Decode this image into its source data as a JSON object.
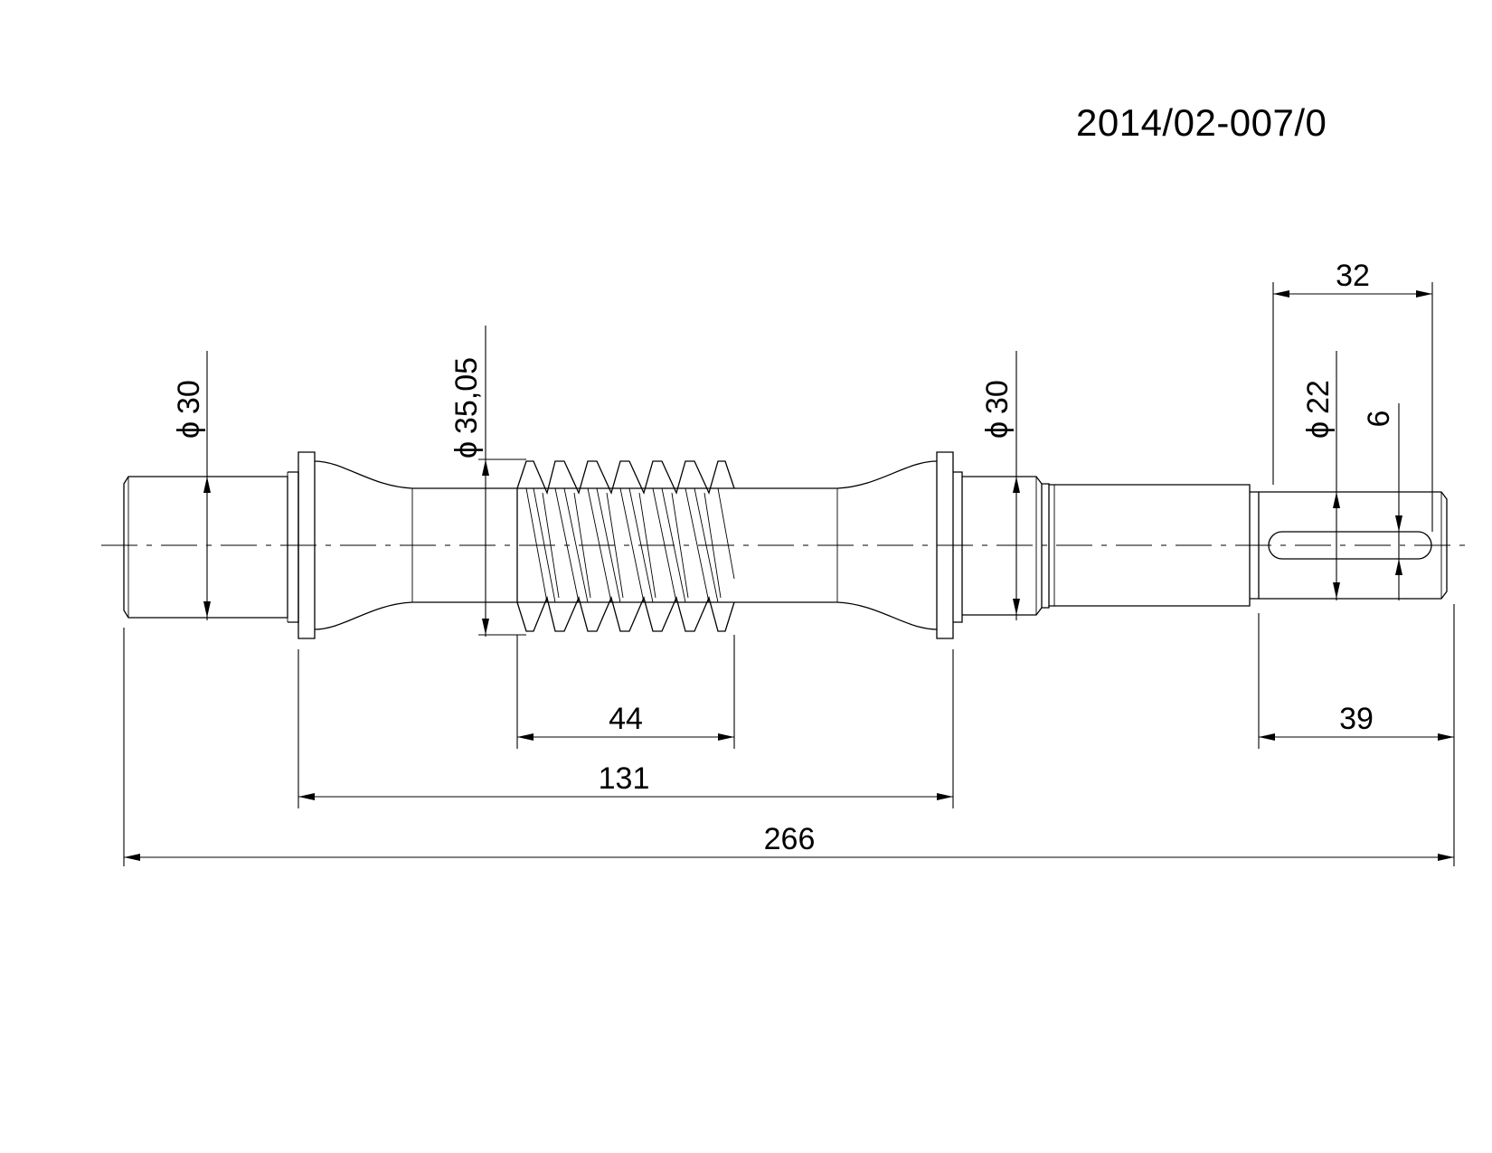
{
  "drawing_number": "2014/02-007/0",
  "diameter_symbol": "ϕ",
  "dimensions": {
    "diameter_left_journal": "30",
    "diameter_worm": "35,05",
    "diameter_right_journal": "30",
    "diameter_end_shaft": "22",
    "key_width": "6",
    "key_length": "32",
    "worm_length": "44",
    "bearing_span": "131",
    "end_shaft_length": "39",
    "overall_length": "266"
  }
}
